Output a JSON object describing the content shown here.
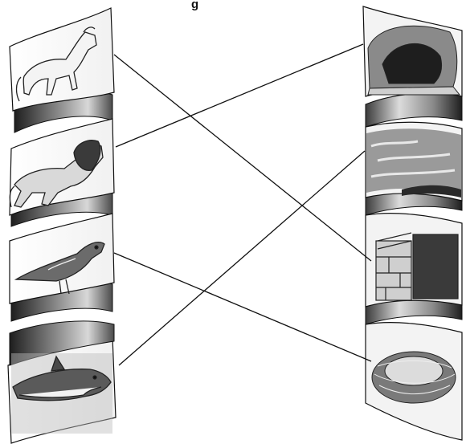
{
  "image": {
    "kind": "matching worksheet illustration",
    "left_column": [
      "horse",
      "lion",
      "sparrow",
      "shark"
    ],
    "right_column": [
      "cave",
      "water",
      "stable",
      "nest"
    ],
    "connections": [
      {
        "from": "horse",
        "to": "stable"
      },
      {
        "from": "lion",
        "to": "cave"
      },
      {
        "from": "sparrow",
        "to": "nest"
      },
      {
        "from": "shark",
        "to": "water"
      }
    ],
    "partial_caption": "g"
  },
  "colors": {
    "ribbon_dark": "#2a2a2a",
    "ribbon_mid": "#7a7a7a",
    "ribbon_light": "#e6e6e6",
    "line": "#111111"
  }
}
